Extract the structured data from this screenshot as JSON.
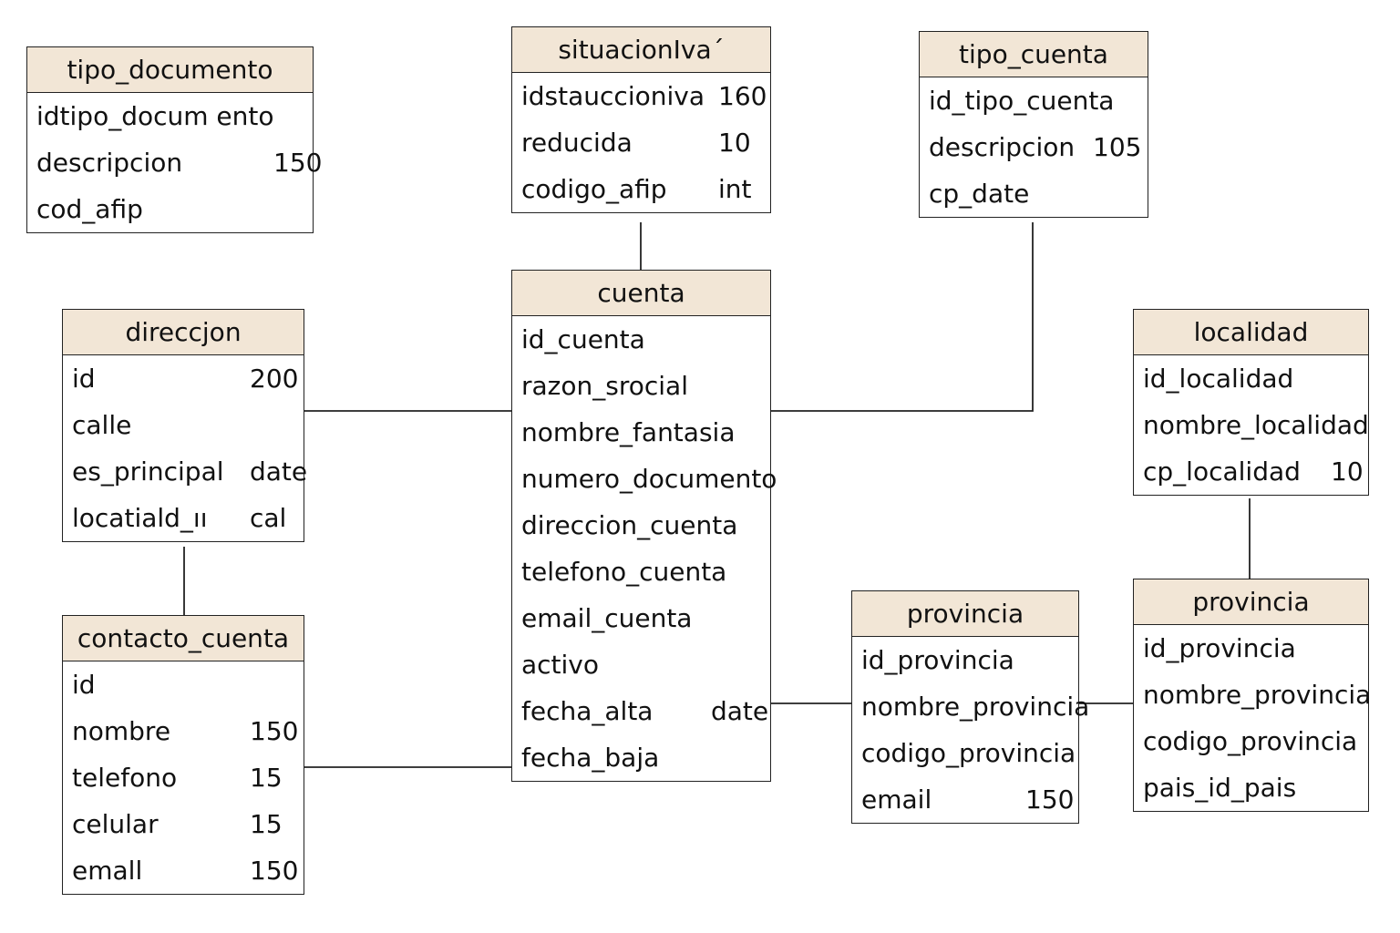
{
  "entities": {
    "tipo_documento": {
      "title": "tipo_documento",
      "fields": [
        {
          "name": "idtipo_docum ento",
          "type": ""
        },
        {
          "name": "descripcion",
          "type": "150"
        },
        {
          "name": "cod_afip",
          "type": ""
        }
      ]
    },
    "situacioniva": {
      "title": "situacionIva´",
      "fields": [
        {
          "name": "idstauccioniva",
          "type": "160"
        },
        {
          "name": "reducida",
          "type": "10"
        },
        {
          "name": "codigo_afip",
          "type": "int"
        }
      ]
    },
    "tipo_cuenta": {
      "title": "tipo_cuenta",
      "fields": [
        {
          "name": "id_tipo_cuenta",
          "type": ""
        },
        {
          "name": "descripcion",
          "type": "105"
        },
        {
          "name": "cp_date",
          "type": ""
        }
      ]
    },
    "direccion": {
      "title": "direccjon",
      "fields": [
        {
          "name": "id",
          "type": "200"
        },
        {
          "name": "calle",
          "type": ""
        },
        {
          "name": "es_principal",
          "type": "date"
        },
        {
          "name": "locatiald_ıı",
          "type": "cal"
        }
      ]
    },
    "cuenta": {
      "title": "cuenta",
      "fields": [
        {
          "name": "id_cuenta",
          "type": ""
        },
        {
          "name": "razon_srocial",
          "type": ""
        },
        {
          "name": "nombre_fantasia",
          "type": ""
        },
        {
          "name": "numero_documento",
          "type": ""
        },
        {
          "name": "direccion_cuenta",
          "type": ""
        },
        {
          "name": "telefono_cuenta",
          "type": ""
        },
        {
          "name": "email_cuenta",
          "type": ""
        },
        {
          "name": "activo",
          "type": ""
        },
        {
          "name": "fecha_alta",
          "type": "date"
        },
        {
          "name": "fecha_baja",
          "type": ""
        }
      ]
    },
    "localidad": {
      "title": "localidad",
      "fields": [
        {
          "name": "id_localidad",
          "type": ""
        },
        {
          "name": "nombre_localidad",
          "type": ""
        },
        {
          "name": "cp_localidad",
          "type": "10"
        }
      ]
    },
    "contacto_cuenta": {
      "title": "contacto_cuenta",
      "fields": [
        {
          "name": "id",
          "type": ""
        },
        {
          "name": "nombre",
          "type": "150"
        },
        {
          "name": "telefono",
          "type": "15"
        },
        {
          "name": "celular",
          "type": "15"
        },
        {
          "name": "emall",
          "type": "150"
        }
      ]
    },
    "provincia_left": {
      "title": "provincia",
      "fields": [
        {
          "name": "id_provincia",
          "type": ""
        },
        {
          "name": "nombre_provincia",
          "type": ""
        },
        {
          "name": "codigo_provincia",
          "type": ""
        },
        {
          "name": "email",
          "type": "150"
        }
      ]
    },
    "provincia_right": {
      "title": "provincia",
      "fields": [
        {
          "name": "id_provincia",
          "type": ""
        },
        {
          "name": "nombre_provincia",
          "type": ""
        },
        {
          "name": "codigo_provincia",
          "type": ""
        },
        {
          "name": "pais_id_pais",
          "type": ""
        }
      ]
    }
  },
  "relationships": [
    {
      "from": "situacioniva",
      "to": "cuenta"
    },
    {
      "from": "tipo_cuenta",
      "to": "cuenta"
    },
    {
      "from": "direccion",
      "to": "cuenta"
    },
    {
      "from": "direccion",
      "to": "contacto_cuenta"
    },
    {
      "from": "contacto_cuenta",
      "to": "cuenta"
    },
    {
      "from": "cuenta",
      "to": "provincia_left"
    },
    {
      "from": "provincia_left",
      "to": "provincia_right"
    },
    {
      "from": "localidad",
      "to": "provincia_right"
    }
  ],
  "colors": {
    "header_fill": "#f2e6d6",
    "border": "#222222",
    "text": "#111111"
  }
}
